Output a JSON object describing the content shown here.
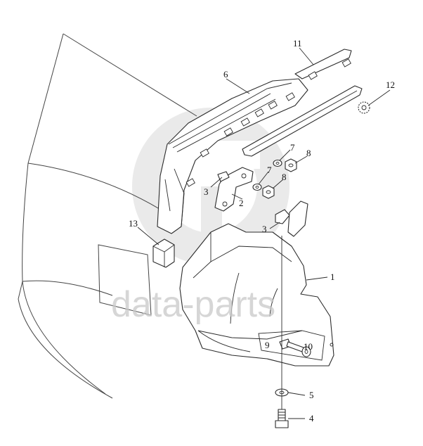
{
  "diagram": {
    "watermark": "data-parts",
    "callouts": [
      "1",
      "2",
      "3",
      "3",
      "4",
      "5",
      "6",
      "7",
      "7",
      "8",
      "8",
      "9",
      "10",
      "11",
      "12",
      "13"
    ]
  }
}
